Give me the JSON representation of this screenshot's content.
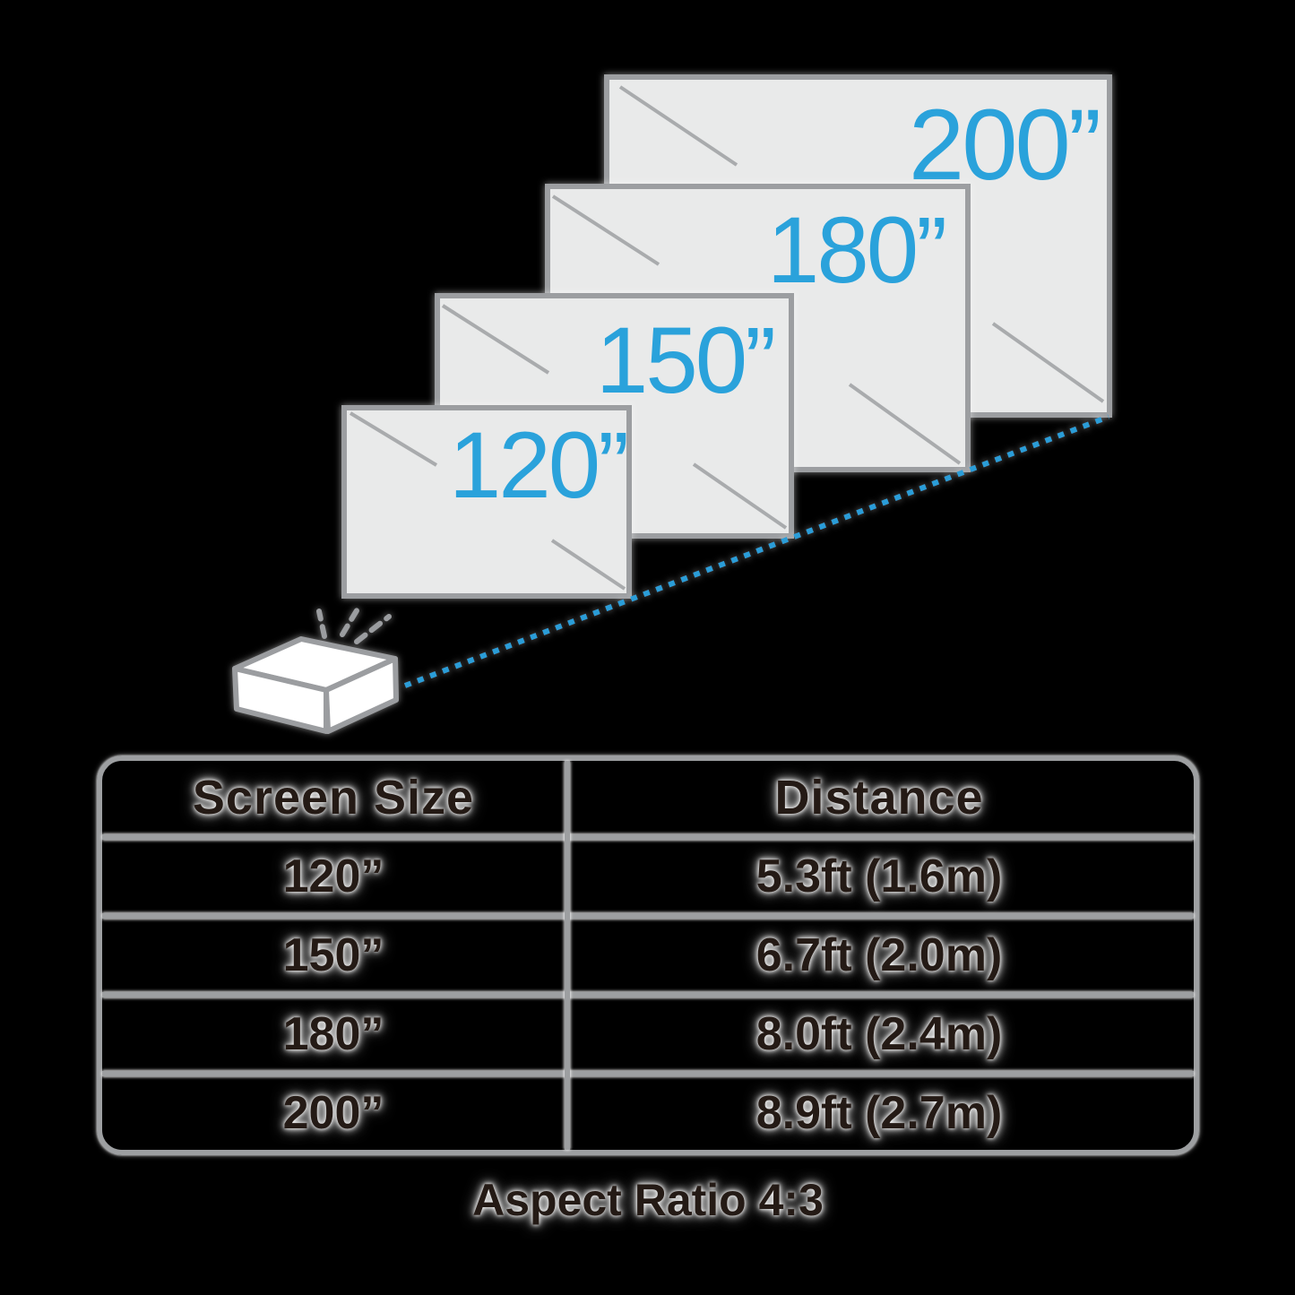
{
  "diagram": {
    "screens": [
      {
        "id": "200",
        "label": "200”"
      },
      {
        "id": "180",
        "label": "180”"
      },
      {
        "id": "150",
        "label": "150”"
      },
      {
        "id": "120",
        "label": "120”"
      }
    ],
    "icons": {
      "projector": "3d-projector-box",
      "light_rays": "radiating-dashes",
      "throw_line": "blue-dashed-throw-line",
      "screen_shine": "diagonal-glare-lines"
    }
  },
  "colors": {
    "accent_blue": "#29A2DB",
    "screen_fill": "#E9EAEA",
    "border_gray": "#9C9EA1",
    "text_dark": "#241A15",
    "background": "#000000"
  },
  "table": {
    "headers": [
      "Screen Size",
      "Distance"
    ],
    "rows": [
      [
        "120”",
        "5.3ft (1.6m)"
      ],
      [
        "150”",
        "6.7ft (2.0m)"
      ],
      [
        "180”",
        "8.0ft (2.4m)"
      ],
      [
        "200”",
        "8.9ft (2.7m)"
      ]
    ]
  },
  "caption": "Aspect Ratio 4:3"
}
